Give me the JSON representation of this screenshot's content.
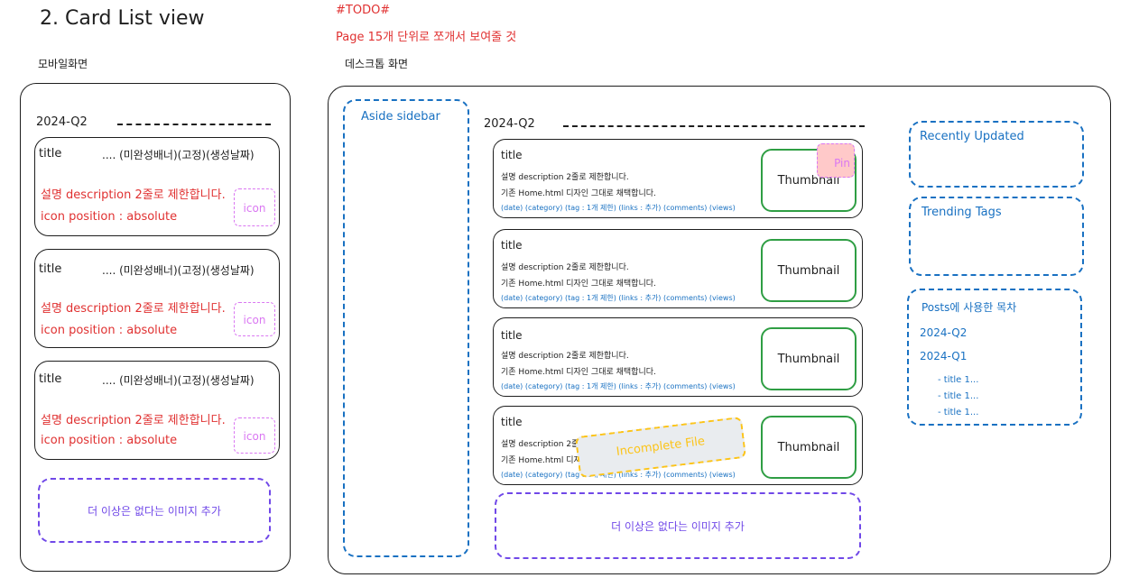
{
  "header": {
    "title": "2. Card List view",
    "todo": "#TODO#",
    "todo_note": "Page 15개 단위로 쪼개서 보여줄 것"
  },
  "mobile": {
    "label": "모바일화면",
    "section_heading": "2024-Q2",
    "cards": [
      {
        "title": "title",
        "meta": ".... (미완성배너)(고정)(생성날짜)",
        "desc": "설명 description 2줄로 제한합니다.",
        "icon_note": "icon position : absolute",
        "icon": "icon"
      },
      {
        "title": "title",
        "meta": ".... (미완성배너)(고정)(생성날짜)",
        "desc": "설명 description 2줄로 제한합니다.",
        "icon_note": "icon position : absolute",
        "icon": "icon"
      },
      {
        "title": "title",
        "meta": ".... (미완성배너)(고정)(생성날짜)",
        "desc": "설명 description 2줄로 제한합니다.",
        "icon_note": "icon position : absolute",
        "icon": "icon"
      }
    ],
    "end_note": "더 이상은 없다는 이미지 추가"
  },
  "desktop": {
    "label": "데스크톱 화면",
    "aside": "Aside sidebar",
    "section_heading": "2024-Q2",
    "cards": [
      {
        "title": "title",
        "desc1": "설명 description 2줄로 제한합니다.",
        "desc2": "기존 Home.html 디자인 그대로 채택합니다.",
        "meta": "(date) (category) (tag : 1개 제한) (links : 추가) (comments) (views)",
        "thumb": "Thumbnail",
        "pin": "Pin"
      },
      {
        "title": "title",
        "desc1": "설명 description 2줄로 제한합니다.",
        "desc2": "기존 Home.html 디자인 그대로 채택합니다.",
        "meta": "(date) (category) (tag : 1개 제한) (links : 추가) (comments) (views)",
        "thumb": "Thumbnail"
      },
      {
        "title": "title",
        "desc1": "설명 description 2줄로 제한합니다.",
        "desc2": "기존 Home.html 디자인 그대로 채택합니다.",
        "meta": "(date) (category) (tag : 1개 제한) (links : 추가) (comments) (views)",
        "thumb": "Thumbnail"
      },
      {
        "title": "title",
        "desc1": "설명 description 2줄로 제한합니다.",
        "desc2": "기존 Home.html 디자인 그대로 채택합니다.",
        "meta": "(date) (category) (tag : 1개 제한) (links : 추가) (comments) (views)",
        "thumb": "Thumbnail",
        "incomplete": "Incomplete File"
      }
    ],
    "end_note": "더 이상은 없다는 이미지 추가",
    "right": {
      "recent": "Recently Updated",
      "trending": "Trending Tags",
      "toc_title": "Posts에 사용한 목차",
      "toc_items": [
        "2024-Q2",
        "2024-Q1"
      ],
      "toc_sub": [
        "- title 1...",
        "- title 1...",
        "- title 1..."
      ]
    }
  }
}
